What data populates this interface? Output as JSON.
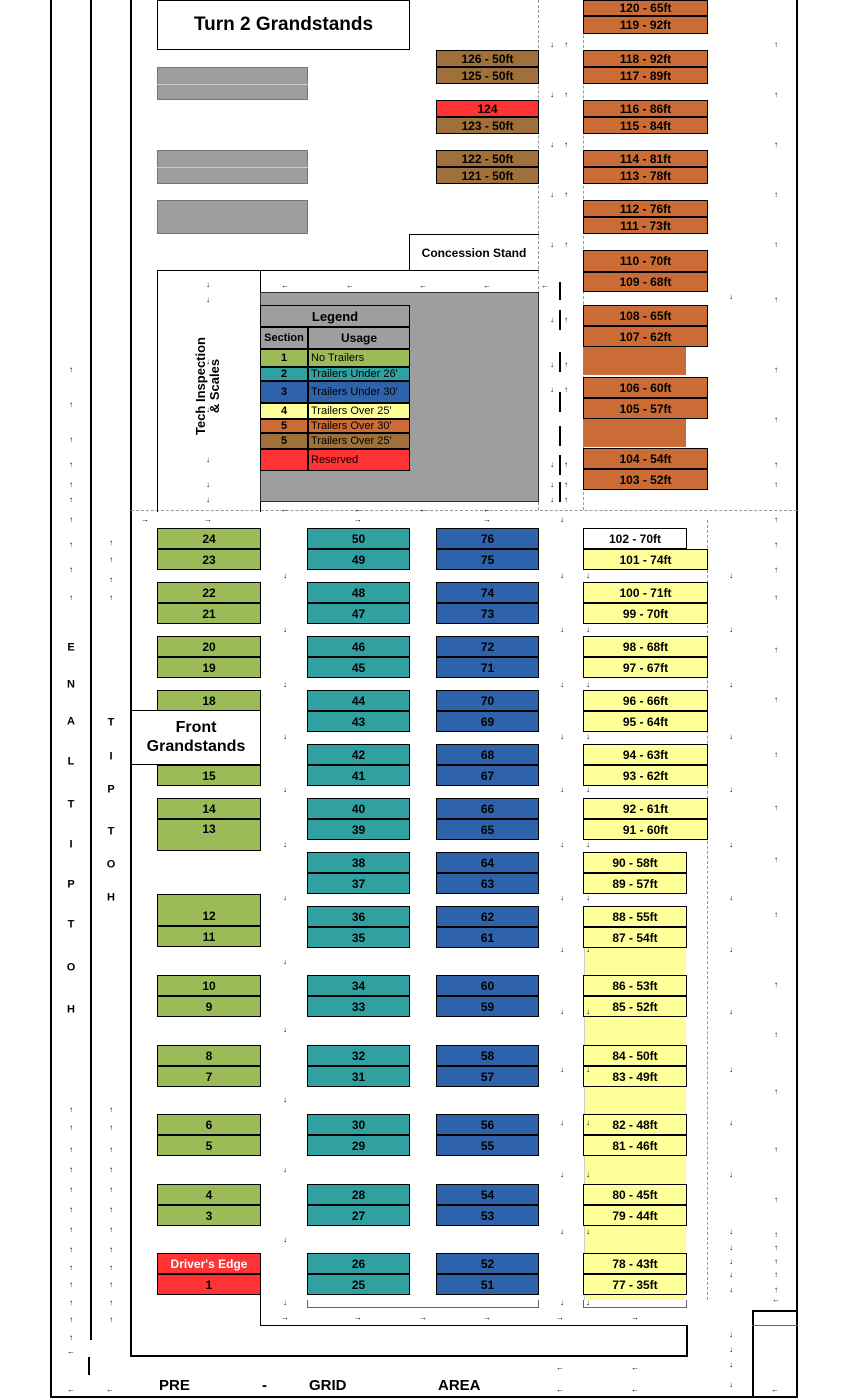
{
  "titles": {
    "turn2": "Turn 2 Grandstands",
    "concession": "Concession Stand",
    "front_line1": "Front",
    "front_line2": "Grandstands",
    "tech_line1": "Tech Inspection",
    "tech_line2": "& Scales",
    "pregrid": [
      "PRE",
      "-",
      "GRID",
      "AREA"
    ]
  },
  "lane_labels": {
    "hot_pit_lane": [
      "H",
      "O",
      "T",
      "P",
      "I",
      "T",
      "L",
      "A",
      "N",
      "E"
    ],
    "hot_pit": [
      "H",
      "O",
      "T",
      "P",
      "I",
      "T"
    ]
  },
  "legend": {
    "title": "Legend",
    "col_section": "Section",
    "col_usage": "Usage",
    "rows": [
      {
        "section": "1",
        "usage": "No Trailers",
        "color": "#9bbb59"
      },
      {
        "section": "2",
        "usage": "Trailers Under 26'",
        "color": "#31a0a0"
      },
      {
        "section": "3",
        "usage": "Trailers Under 30'",
        "color": "#2e63ab"
      },
      {
        "section": "4",
        "usage": "Trailers Over 25'",
        "color": "#ffff99"
      },
      {
        "section": "5",
        "usage": "Trailers Over 30'",
        "color": "#cb6b35"
      },
      {
        "section": "5",
        "usage": "Trailers Over 25'",
        "color": "#a0703a"
      },
      {
        "section": "",
        "usage": "Reserved",
        "color": "#ff3333"
      }
    ]
  },
  "spots": {
    "s24": "24",
    "s23": "23",
    "s22": "22",
    "s21": "21",
    "s20": "20",
    "s19": "19",
    "s18": "18",
    "s15": "15",
    "s14": "14",
    "s13": "13",
    "s12": "12",
    "s11": "11",
    "s10": "10",
    "s9": "9",
    "s8": "8",
    "s7": "7",
    "s6": "6",
    "s5": "5",
    "s4": "4",
    "s3": "3",
    "drivers_edge": "Driver's Edge",
    "s1": "1",
    "s50": "50",
    "s49": "49",
    "s48": "48",
    "s47": "47",
    "s46": "46",
    "s45": "45",
    "s44": "44",
    "s43": "43",
    "s42": "42",
    "s41": "41",
    "s40": "40",
    "s39": "39",
    "s38": "38",
    "s37": "37",
    "s36": "36",
    "s35": "35",
    "s34": "34",
    "s33": "33",
    "s32": "32",
    "s31": "31",
    "s30": "30",
    "s29": "29",
    "s28": "28",
    "s27": "27",
    "s26": "26",
    "s25": "25",
    "s76": "76",
    "s75": "75",
    "s74": "74",
    "s73": "73",
    "s72": "72",
    "s71": "71",
    "s70": "70",
    "s69": "69",
    "s68": "68",
    "s67": "67",
    "s66": "66",
    "s65": "65",
    "s64": "64",
    "s63": "63",
    "s62": "62",
    "s61": "61",
    "s60": "60",
    "s59": "59",
    "s58": "58",
    "s57": "57",
    "s56": "56",
    "s55": "55",
    "s54": "54",
    "s53": "53",
    "s52": "52",
    "s51": "51",
    "s102": "102 - 70ft",
    "s101": "101 - 74ft",
    "s100": "100 - 71ft",
    "s99": "99 - 70ft",
    "s98": "98 - 68ft",
    "s97": "97 - 67ft",
    "s96": "96 - 66ft",
    "s95": "95 - 64ft",
    "s94": "94 - 63ft",
    "s93": "93 - 62ft",
    "s92": "92 - 61ft",
    "s91": "91 - 60ft",
    "s90": "90 - 58ft",
    "s89": "89 - 57ft",
    "s88": "88 - 55ft",
    "s87": "87 - 54ft",
    "s86": "86 - 53ft",
    "s85": "85 - 52ft",
    "s84": "84 - 50ft",
    "s83": "83 - 49ft",
    "s82": "82 - 48ft",
    "s81": "81 - 46ft",
    "s80": "80 - 45ft",
    "s79": "79 - 44ft",
    "s78": "78 - 43ft",
    "s77": "77 - 35ft",
    "s120": "120 - 65ft",
    "s119": "119 - 92ft",
    "s118": "118 - 92ft",
    "s117": "117 - 89ft",
    "s116": "116 - 86ft",
    "s115": "115 - 84ft",
    "s114": "114 - 81ft",
    "s113": "113 - 78ft",
    "s112": "112 - 76ft",
    "s111": "111 - 73ft",
    "s110": "110 - 70ft",
    "s109": "109 - 68ft",
    "s108": "108 - 65ft",
    "s107": "107 - 62ft",
    "s106": "106 - 60ft",
    "s105": "105 - 57ft",
    "s104": "104 - 54ft",
    "s103": "103 - 52ft",
    "s126": "126 - 50ft",
    "s125": "125 - 50ft",
    "s124": "124",
    "s123": "123 - 50ft",
    "s122": "122 - 50ft",
    "s121": "121 - 50ft"
  },
  "arrow_glyphs": {
    "up": "↑",
    "down": "↓",
    "left": "←",
    "right": "→"
  },
  "colors": {
    "section1": "#9bbb59",
    "section2": "#31a0a0",
    "section3": "#2e63ab",
    "section4": "#ffff99",
    "section5": "#cb6b35",
    "section5b": "#a0703a",
    "reserved": "#ff3333",
    "building": "#9e9e9e"
  }
}
